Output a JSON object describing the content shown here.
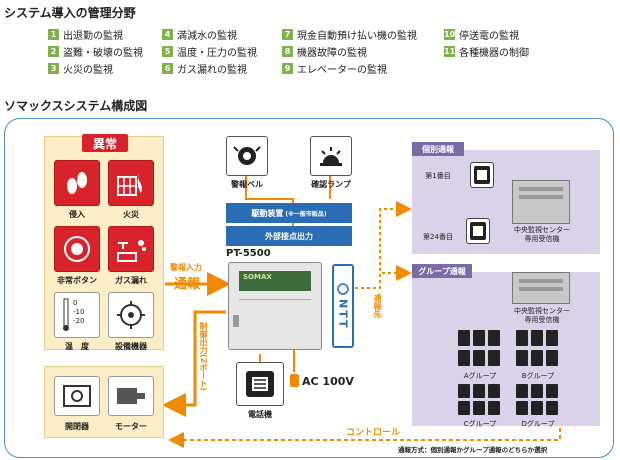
{
  "section1_title": "システム導入の管理分野",
  "functions": [
    {
      "num": "1",
      "label": "出退勤の監視"
    },
    {
      "num": "2",
      "label": "盗難・破壊の監視"
    },
    {
      "num": "3",
      "label": "火災の監視"
    },
    {
      "num": "4",
      "label": "満減水の監視"
    },
    {
      "num": "5",
      "label": "温度・圧力の監視"
    },
    {
      "num": "6",
      "label": "ガス漏れの監視"
    },
    {
      "num": "7",
      "label": "現金自動預け払い機の監視"
    },
    {
      "num": "8",
      "label": "機器故障の監視"
    },
    {
      "num": "9",
      "label": "エレベーターの監視"
    },
    {
      "num": "10",
      "label": "停送電の監視"
    },
    {
      "num": "11",
      "label": "各種機器の制御"
    }
  ],
  "section2_title": "ソマックスシステム構成図",
  "abnormal_label": "異常",
  "sensors": {
    "intrusion": "侵入",
    "fire": "火災",
    "emergency_button": "非常ボタン",
    "gas_leak": "ガス漏れ",
    "temperature": "温　度",
    "equipment": "設備機器",
    "thermo_ticks": [
      "0",
      "-10",
      "-20"
    ]
  },
  "controls": {
    "switch": "開閉器",
    "motor": "モーター"
  },
  "alarm_bell": "警報ベル",
  "confirm_lamp": "確認ランプ",
  "drive_device": "駆動装置",
  "drive_note": "(※一般市販品)",
  "external_contact": "外部接点出力",
  "model": "PT-5500",
  "device_logo": "SOMAX",
  "alarm_input_small": "警報入力",
  "alarm_input_big": "通報",
  "control_output": "制御出力(2ポート)",
  "phone": "電話機",
  "ac_power": "AC 100V",
  "ntt": "NTT",
  "report_to": "通報先",
  "individual": {
    "title": "個別通報",
    "first": "第1番目",
    "last": "第24番目",
    "center": "中央監視センター",
    "receiver": "専用受信機"
  },
  "group": {
    "title": "グループ通報",
    "center": "中央監視センター",
    "receiver": "専用受信機",
    "groups": [
      "Aグループ",
      "Bグループ",
      "Cグループ",
      "Dグループ"
    ]
  },
  "control_label": "コントロール",
  "footnote": "通報方式：個別通報かグループ通報のどちらか選択"
}
